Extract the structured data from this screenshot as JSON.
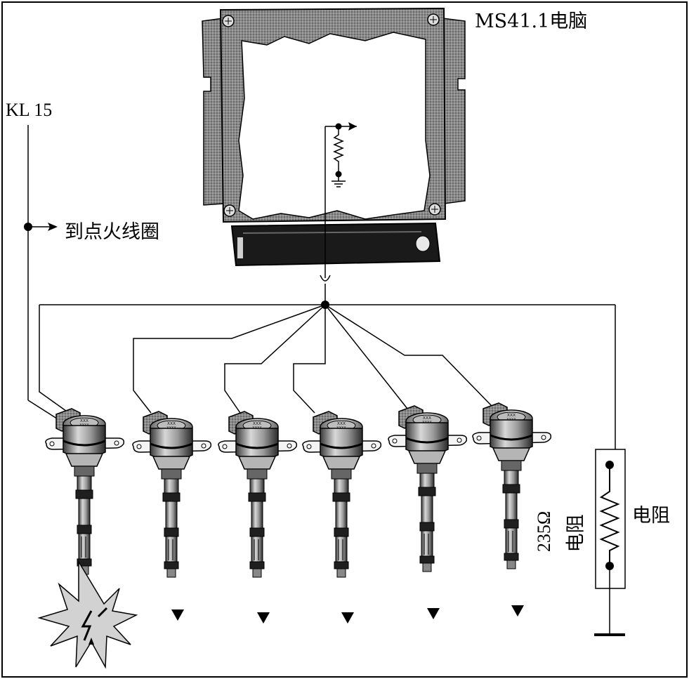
{
  "labels": {
    "ecu": "MS41.1电脑",
    "kl15": "KL 15",
    "to_ignition_coils": "到点火线圈",
    "resistor_value": "235Ω",
    "resistor_vertical": "电阻",
    "resistor_right": "电阻"
  },
  "colors": {
    "line": "#000000",
    "background": "#ffffff",
    "ecu_frame": "#6e6e6e",
    "ecu_connector": "#1a1a1a",
    "coil_body": "#9a9a9a",
    "coil_dark": "#2a2a2a",
    "spark_fill": "#cfcfcf"
  },
  "components": {
    "ecu": "ecu-box",
    "ignition_coils": [
      "coil-1",
      "coil-2",
      "coil-3",
      "coil-4",
      "coil-5",
      "coil-6"
    ],
    "resistor": "shunt-resistor",
    "spark": "spark-burst-icon",
    "ground": "ground-symbol-icon"
  }
}
